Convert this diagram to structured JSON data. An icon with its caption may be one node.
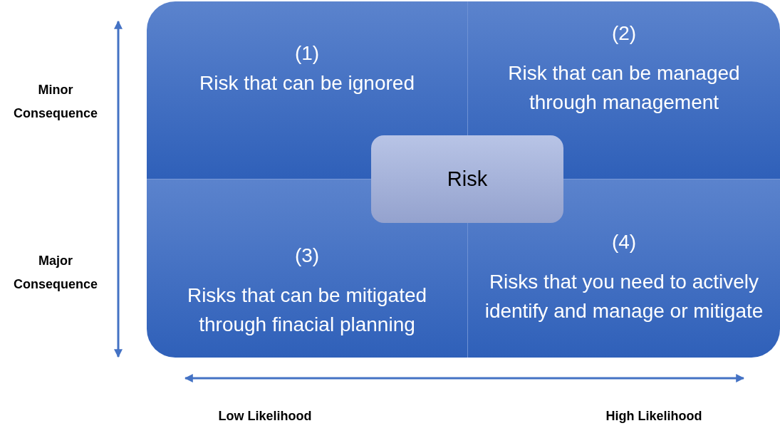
{
  "diagram": {
    "nodes": [
      {
        "text": [
          "(1)",
          "Risk that can be ignored"
        ]
      },
      {
        "text": [
          "(2)",
          "Risk that can be managed through management"
        ]
      },
      {
        "text": [
          "(3)",
          "Risks that can be mitigated through finacial planning"
        ]
      },
      {
        "text": [
          "(4)",
          "Risks that you need to actively identify and manage or mitigate"
        ]
      },
      {
        "text": [
          "Risk"
        ]
      }
    ],
    "labels": [
      "Minor Consequence",
      "Major Consequence",
      "Low Likelihood",
      "High Likelihood"
    ]
  }
}
